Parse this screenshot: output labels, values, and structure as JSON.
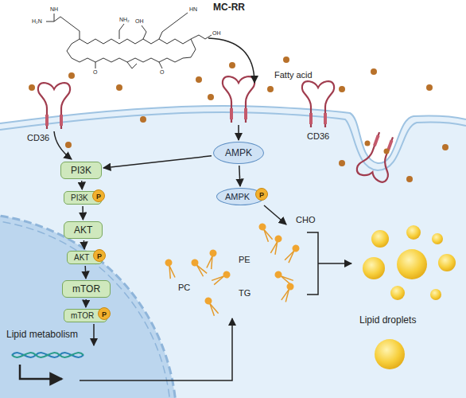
{
  "diagram": {
    "nodes": [
      {
        "text": [
          "PI3K"
        ]
      },
      {
        "text": [
          "PI3K"
        ]
      },
      {
        "text": [
          "P"
        ],
        "in": 1
      },
      {
        "text": [
          "AKT"
        ]
      },
      {
        "text": [
          "AKT"
        ]
      },
      {
        "text": [
          "P"
        ],
        "in": 4
      },
      {
        "text": [
          "mTOR"
        ]
      },
      {
        "text": [
          "mTOR"
        ]
      },
      {
        "text": [
          "P"
        ],
        "in": 7
      },
      {
        "text": [
          "AMPK"
        ]
      },
      {
        "text": [
          "AMPK"
        ]
      },
      {
        "text": [
          "P"
        ],
        "in": 10
      }
    ],
    "edges": [
      {
        "from": 0,
        "to": 1,
        "arrow": "to"
      },
      {
        "from": 1,
        "to": 3,
        "arrow": "to"
      },
      {
        "from": 3,
        "to": 4,
        "arrow": "to"
      },
      {
        "from": 4,
        "to": 6,
        "arrow": "to"
      },
      {
        "from": 6,
        "to": 7,
        "arrow": "to"
      },
      {
        "from": 9,
        "to": 10,
        "arrow": "to"
      },
      {
        "from": 9,
        "to": 0,
        "arrow": "to"
      }
    ],
    "labels": [
      "MC-RR",
      "H₂N",
      "NH",
      "NH₂",
      "HN",
      "OH",
      "O",
      "O",
      "OH",
      "Fatty acid",
      "CD36",
      "CD36",
      "Lipid metabolism",
      "CHO",
      "PE",
      "PC",
      "TG",
      "Lipid droplets"
    ]
  }
}
